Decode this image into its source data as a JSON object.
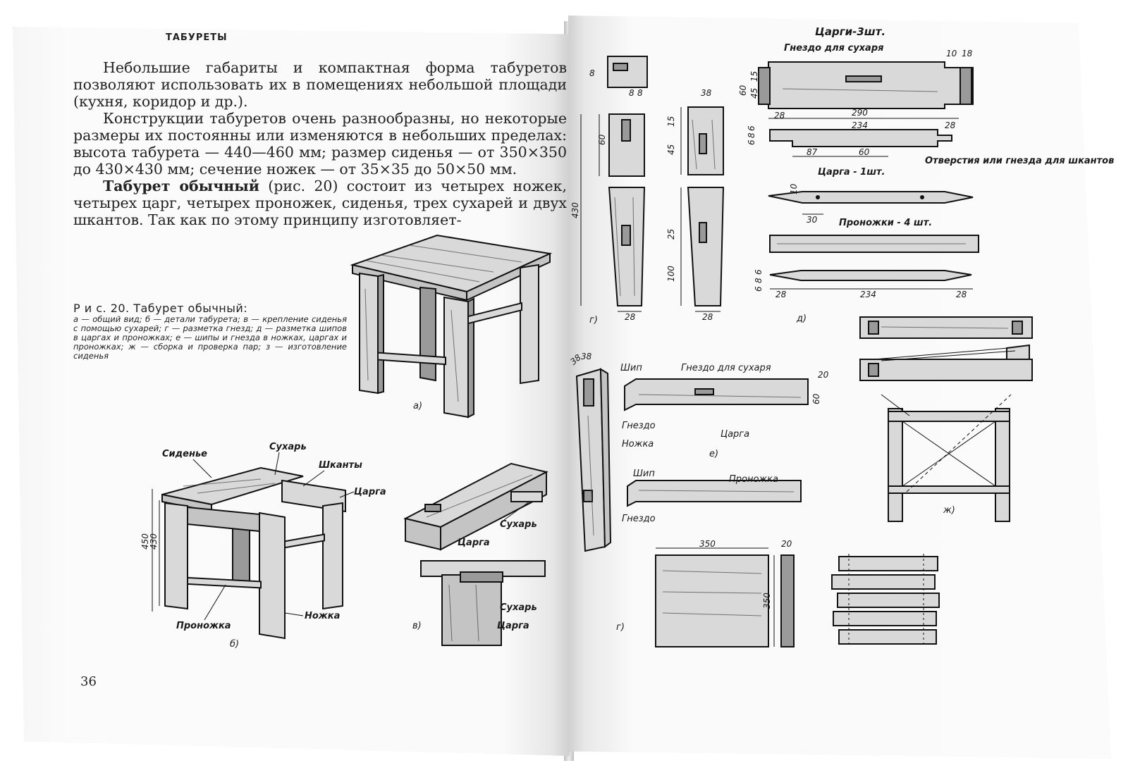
{
  "left_page": {
    "running_head": "ТАБУРЕТЫ",
    "paragraphs": [
      "Небольшие габариты и компактная форма табуретов позволяют использовать их в помещениях небольшой площади (кухня, коридор и др.).",
      "Конструкции табуретов очень разнообразны, но некоторые размеры их постоянны или изменяются в небольших пределах: высота табурета — 440—460 мм; размер сиденья — от 350×350 до 430×430 мм; сечение ножек — от 35×35 до 50×50 мм."
    ],
    "para3_bold": "Табурет обычный",
    "para3_rest": " (рис. 20) состоит из четырех ножек, четырех царг, четырех проножек, сиденья, трех сухарей и двух шкантов. Так как по этому принципу изготовляет-",
    "caption_title": "Р и с. 20. Табурет обычный:",
    "caption_body": "а — общий вид; б — детали табурета; в — крепление сиденья с помощью сухарей; г — разметка гнезд; д — разметка шипов в царгах и проножках; е — шипы и гнезда в ножках, царгах и проножках; ж — сборка и проверка пар; з — изготовление сиденья",
    "page_number": "36",
    "fig_a": {
      "letter": "а)"
    },
    "fig_b": {
      "letter": "б)",
      "labels": {
        "seat": "Сиденье",
        "cleat": "Сухарь",
        "dowels": "Шканты",
        "rail": "Царга",
        "stretcher": "Проножка",
        "leg": "Ножка"
      },
      "dims": [
        "450",
        "430"
      ]
    },
    "fig_v": {
      "letter": "в)",
      "labels": {
        "rail_top": "Царга",
        "cleat_top": "Сухарь",
        "cleat_bottom": "Сухарь",
        "rail_bottom": "Царга"
      }
    }
  },
  "right_page": {
    "fig_g1": {
      "letter": "г)",
      "dims": [
        "8",
        "8",
        "8",
        "60",
        "430",
        "28",
        "38",
        "15",
        "45",
        "25",
        "100",
        "28"
      ]
    },
    "fig_d": {
      "letter": "д)",
      "labels": {
        "rails": "Царги-3шт.",
        "socket": "Гнездо для сухаря",
        "holes": "Отверстия или гнезда для шкантов",
        "rail_one": "Царга - 1шт.",
        "stretchers": "Проножки - 4 шт."
      },
      "dims": [
        "15",
        "60",
        "45",
        "10",
        "18",
        "290",
        "234",
        "28",
        "28",
        "6",
        "8",
        "6",
        "87",
        "60",
        "10",
        "30",
        "6",
        "8",
        "6",
        "28",
        "234",
        "28"
      ]
    },
    "fig_e": {
      "letter": "е)",
      "labels": {
        "tenon1": "Шип",
        "socket": "Гнездо для сухаря",
        "mortise1": "Гнездо",
        "leg": "Ножка",
        "rail": "Царга",
        "tenon2": "Шип",
        "stretcher": "Проножка",
        "mortise2": "Гнездо"
      },
      "dims": [
        "38",
        "38",
        "20",
        "60"
      ]
    },
    "fig_zh": {
      "letter": "ж)"
    },
    "fig_g2": {
      "letter": "г)",
      "dims": [
        "350",
        "20",
        "350"
      ]
    }
  }
}
